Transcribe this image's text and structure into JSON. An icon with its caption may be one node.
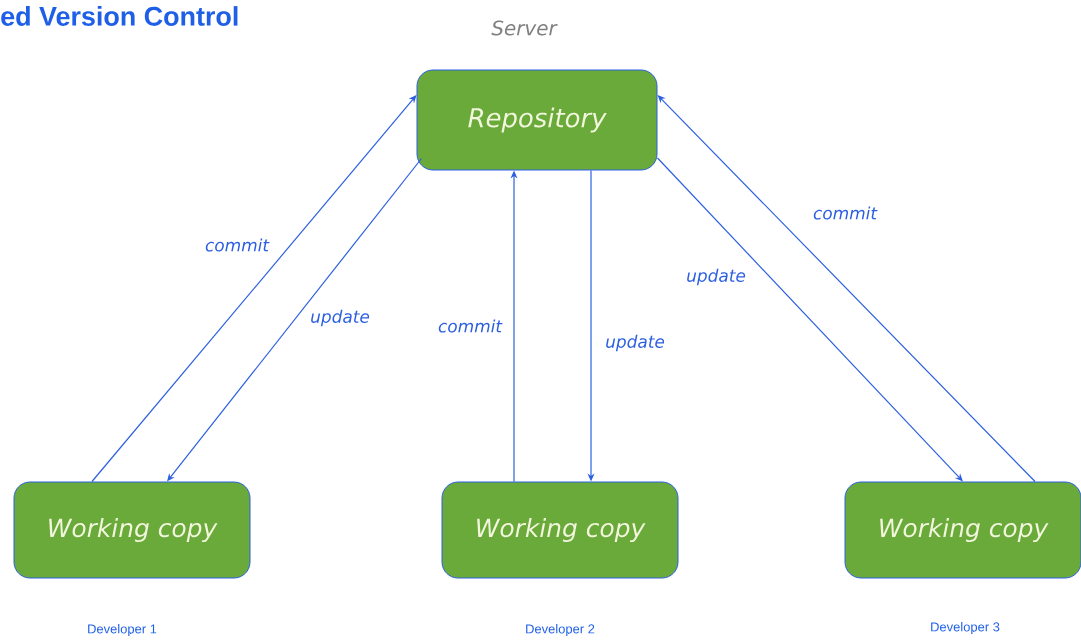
{
  "diagram": {
    "title": "ed Version Control",
    "nodes": [
      {
        "text": [
          "Repository"
        ],
        "beside": [
          "Server"
        ]
      },
      {
        "text": [
          "Working copy"
        ],
        "beside": [
          "Developer 1"
        ]
      },
      {
        "text": [
          "Working copy"
        ],
        "beside": [
          "Developer 2"
        ]
      },
      {
        "text": [
          "Working copy"
        ],
        "beside": [
          "Developer 3"
        ]
      }
    ],
    "edges": [
      {
        "from": 1,
        "to": 0,
        "arrow": "to",
        "label": "commit"
      },
      {
        "from": 0,
        "to": 1,
        "arrow": "to",
        "label": "update"
      },
      {
        "from": 2,
        "to": 0,
        "arrow": "to",
        "label": "commit"
      },
      {
        "from": 0,
        "to": 2,
        "arrow": "to",
        "label": "update"
      },
      {
        "from": 0,
        "to": 3,
        "arrow": "to",
        "label": "update"
      },
      {
        "from": 3,
        "to": 0,
        "arrow": "to",
        "label": "commit"
      }
    ]
  }
}
